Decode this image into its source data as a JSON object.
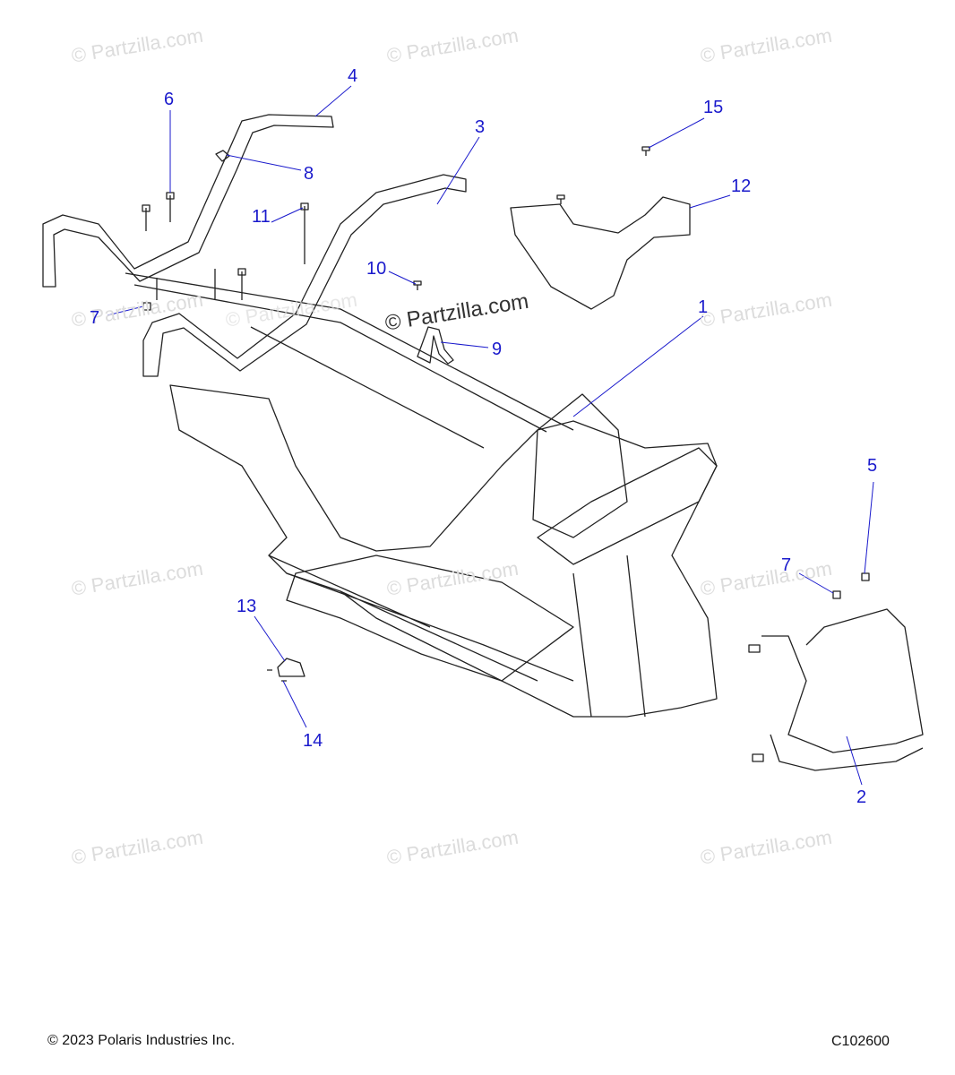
{
  "watermarks": [
    "© Partzilla.com",
    "© Partzilla.com",
    "© Partzilla.com",
    "© Partzilla.com",
    "© Partzilla.com",
    "© Partzilla.com",
    "© Partzilla.com",
    "© Partzilla.com",
    "© Partzilla.com",
    "© Partzilla.com",
    "© Partzilla.com",
    "© Partzilla.com"
  ],
  "center_watermark": "© Partzilla.com",
  "callouts": [
    "1",
    "2",
    "3",
    "4",
    "5",
    "6",
    "7",
    "7",
    "8",
    "9",
    "10",
    "11",
    "12",
    "13",
    "14",
    "15"
  ],
  "footer": {
    "copyright": "© 2023 Polaris Industries Inc.",
    "figure_id": "C102600"
  },
  "colors": {
    "callout": "#1a1acc",
    "line": "#222222",
    "watermark": "#dcdcdc"
  }
}
